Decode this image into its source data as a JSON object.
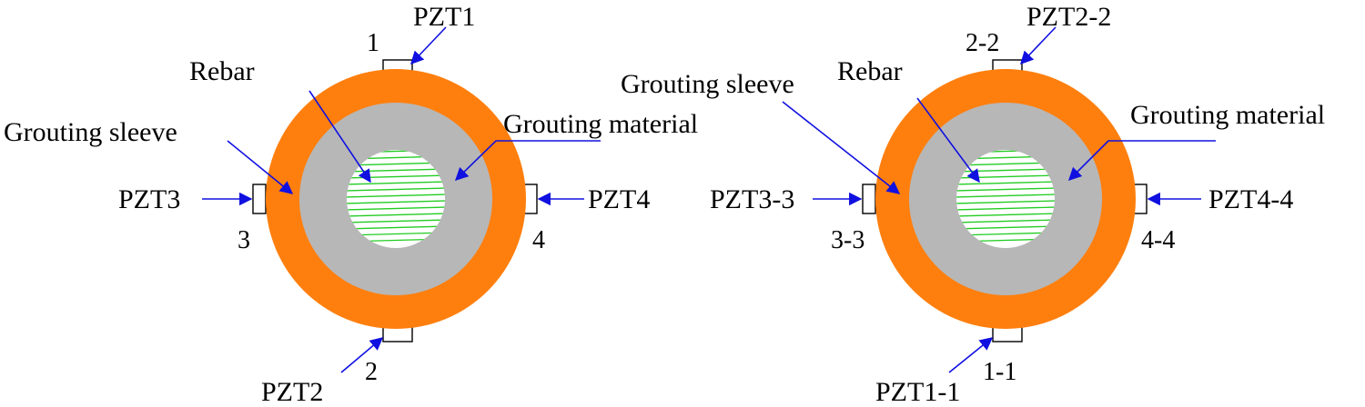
{
  "colors": {
    "sleeve": "#ff7f0e",
    "grout": "#b7b7b7",
    "rebar_fill": "#ffffff",
    "rebar_hatch": "#22cc22",
    "leader": "#1010e0"
  },
  "left": {
    "rebar": "Rebar",
    "grouting_sleeve": "Grouting sleeve",
    "grouting_material": "Grouting material",
    "pzt_top": "PZT1",
    "pzt_bottom": "PZT2",
    "pzt_left": "PZT3",
    "pzt_right": "PZT4",
    "num_top": "1",
    "num_bottom": "2",
    "num_left": "3",
    "num_right": "4"
  },
  "right": {
    "rebar": "Rebar",
    "grouting_sleeve": "Grouting sleeve",
    "grouting_material": "Grouting material",
    "pzt_top": "PZT2-2",
    "pzt_bottom": "PZT1-1",
    "pzt_left": "PZT3-3",
    "pzt_right": "PZT4-4",
    "num_top": "2-2",
    "num_bottom": "1-1",
    "num_left": "3-3",
    "num_right": "4-4"
  }
}
